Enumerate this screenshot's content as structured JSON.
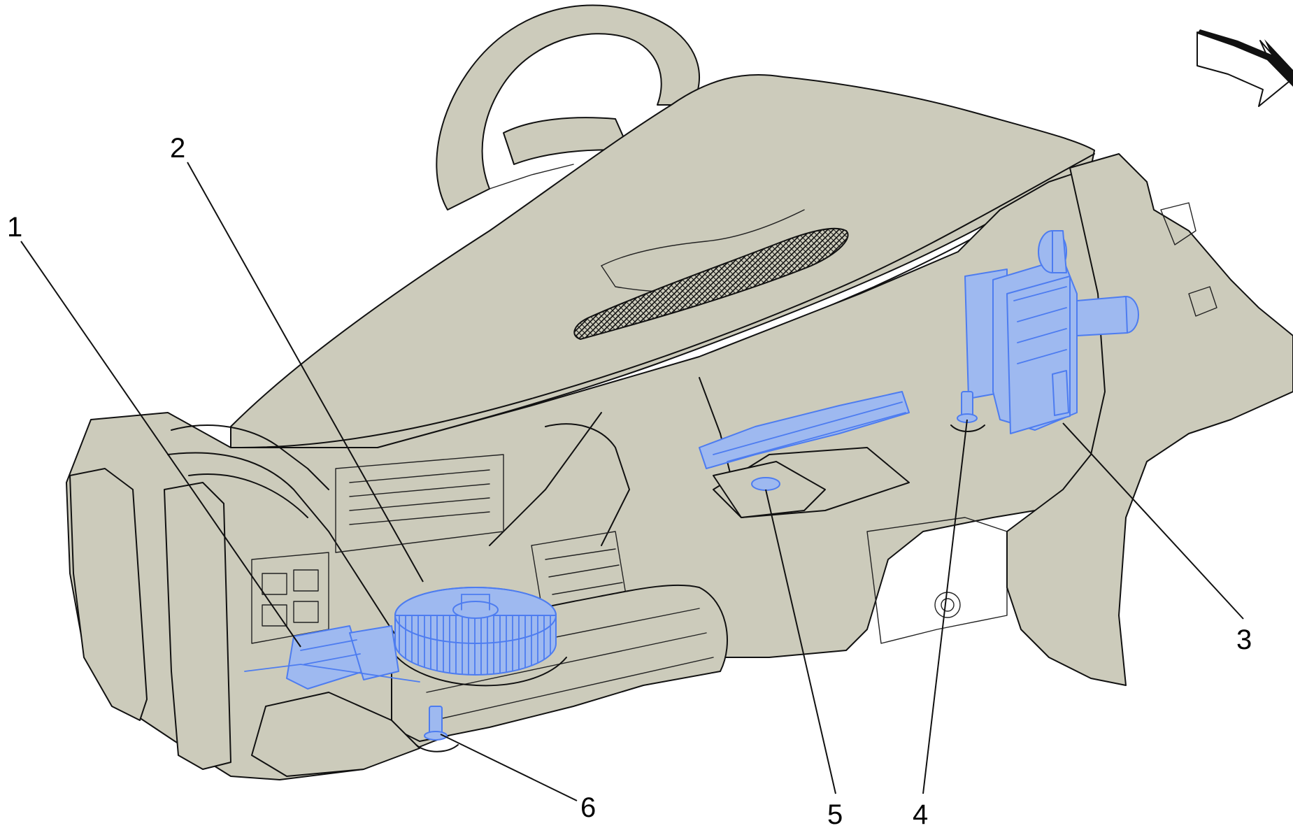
{
  "callouts": [
    {
      "id": "1",
      "label": "1"
    },
    {
      "id": "2",
      "label": "2"
    },
    {
      "id": "3",
      "label": "3"
    },
    {
      "id": "4",
      "label": "4"
    },
    {
      "id": "5",
      "label": "5"
    },
    {
      "id": "6",
      "label": "6"
    }
  ],
  "colors": {
    "body": "#cccbbb",
    "highlight": "#9eb9f0",
    "highlight_outline": "#4d7cf0",
    "line": "#111111"
  },
  "icons": {
    "direction_arrow": "forward-direction-arrow-icon"
  }
}
